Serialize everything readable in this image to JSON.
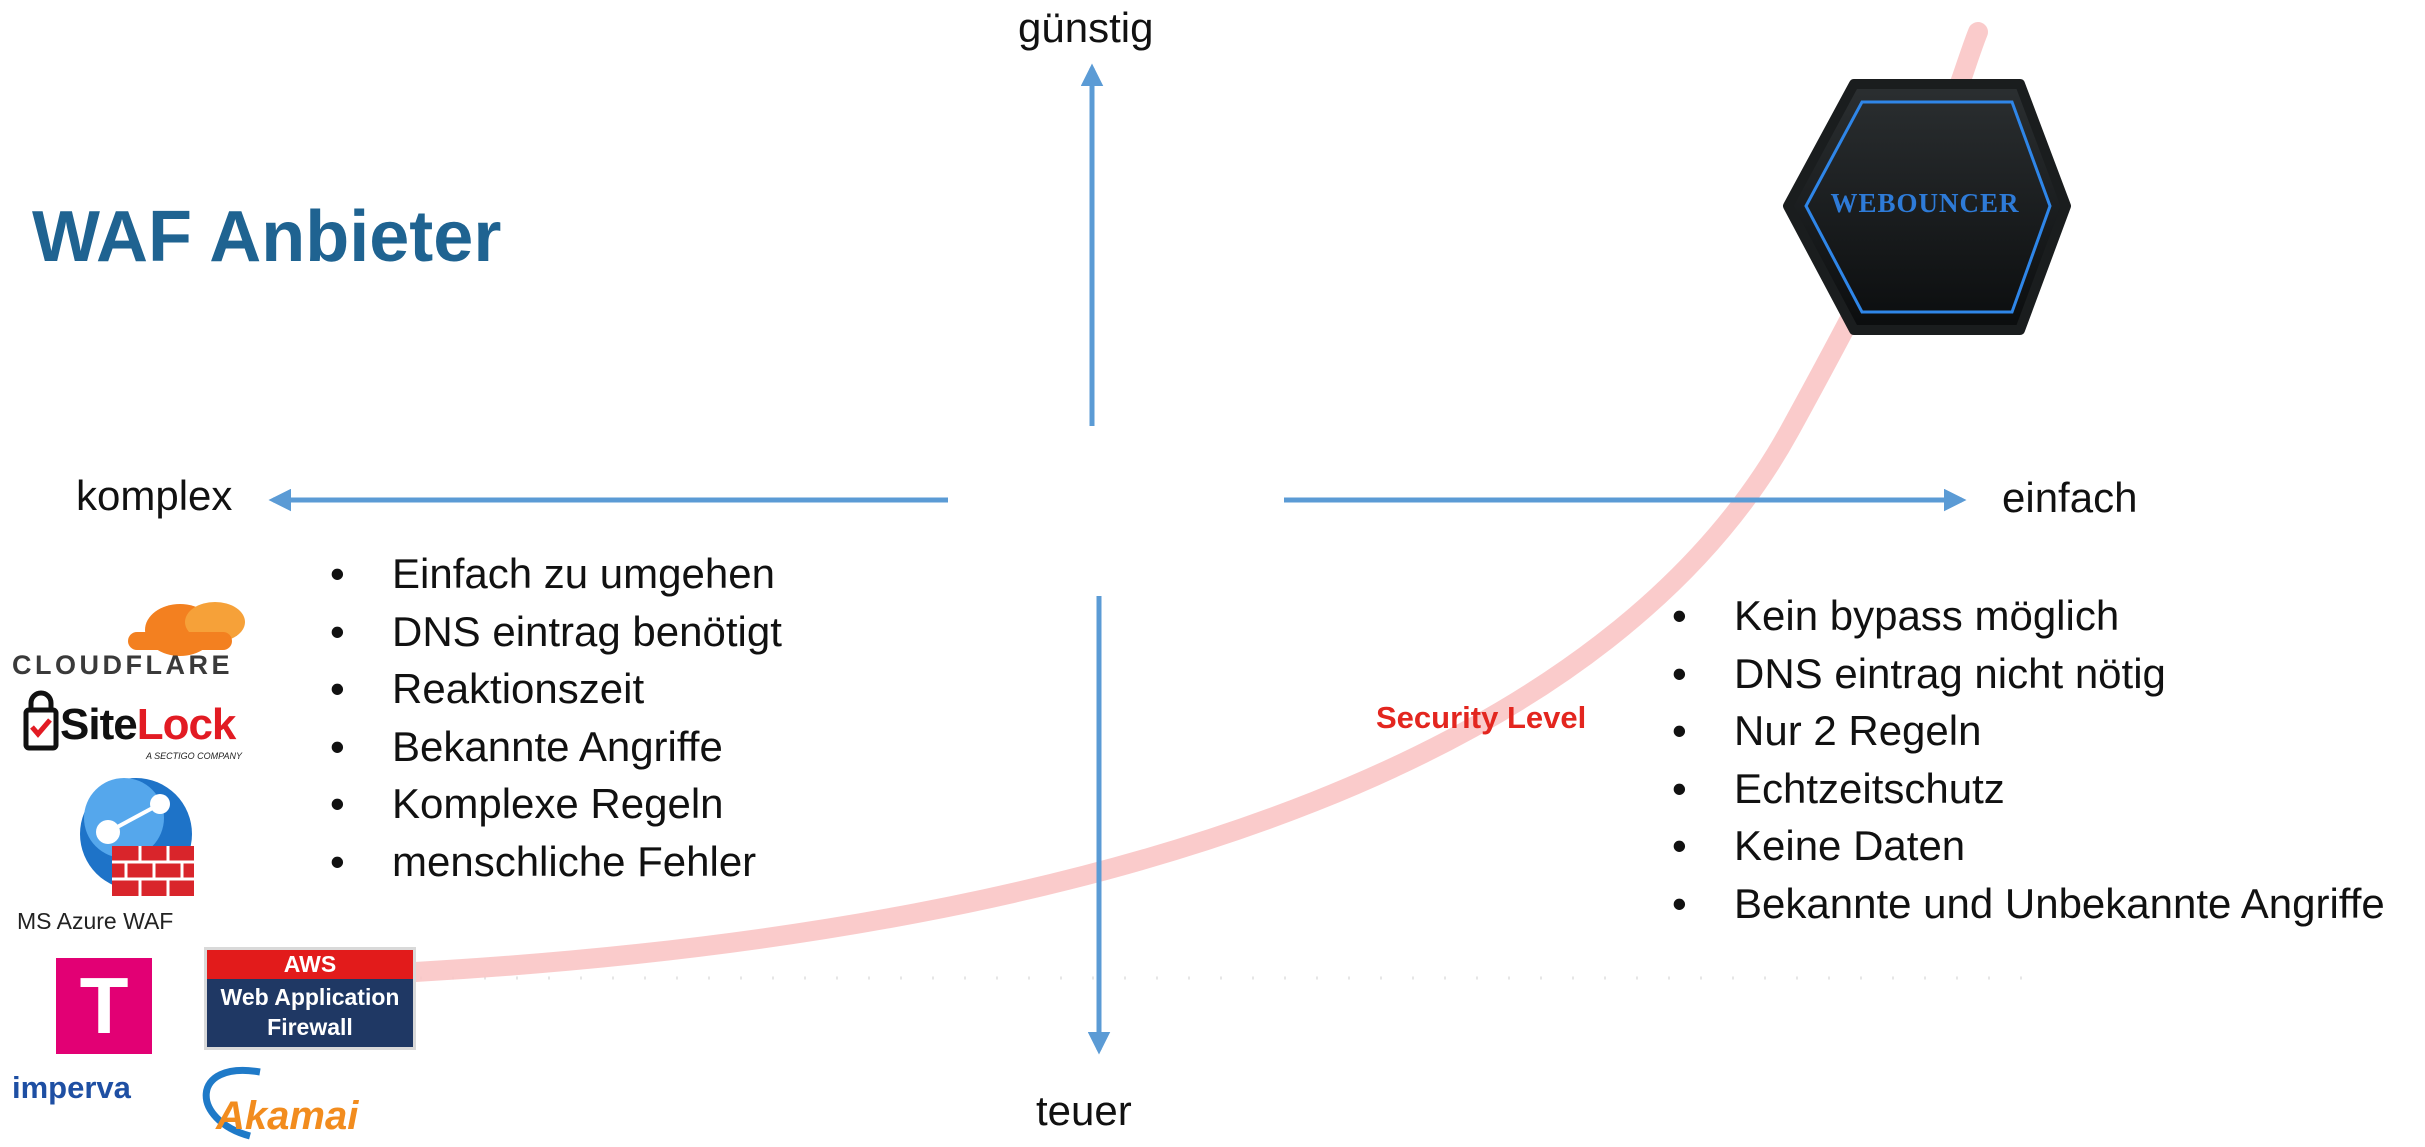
{
  "title": "WAF Anbieter",
  "axes": {
    "top": "günstig",
    "bottom": "teuer",
    "left": "komplex",
    "right": "einfach"
  },
  "curve_label": "Security Level",
  "left_bullets": [
    "Einfach zu umgehen",
    "DNS eintrag benötigt",
    "Reaktionszeit",
    "Bekannte Angriffe",
    "Komplexe Regeln",
    "menschliche Fehler"
  ],
  "right_bullets": [
    "Kein bypass möglich",
    "DNS eintrag nicht nötig",
    "Nur 2 Regeln",
    "Echtzeitschutz",
    "Keine Daten",
    "Bekannte und Unbekannte Angriffe"
  ],
  "logos": {
    "cloudflare": "CLOUDFLARE",
    "sitelock_a": "Site",
    "sitelock_b": "Lock",
    "sitelock_sub": "A SECTIGO COMPANY",
    "azure_caption": "MS Azure WAF",
    "telekom": "T",
    "aws_top": "AWS",
    "aws_line1": "Web Application",
    "aws_line2": "Firewall",
    "imperva": "imperva",
    "akamai": "Akamai",
    "webouncer": "WEBOUNCER"
  },
  "colors": {
    "arrow": "#5B9BD5",
    "title": "#1F6391",
    "curve": "#F8B8B8",
    "curve_label": "#E3261F"
  }
}
